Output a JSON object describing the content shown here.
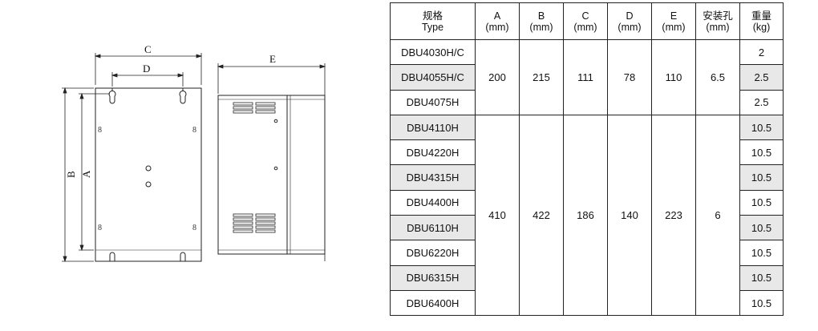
{
  "drawing": {
    "front_view": {
      "dim_labels": {
        "C": "C",
        "D": "D",
        "A": "A",
        "B": "B"
      }
    },
    "side_view": {
      "dim_labels": {
        "E": "E"
      }
    }
  },
  "table": {
    "headers": {
      "model": [
        "规格",
        "Type"
      ],
      "A": [
        "A",
        "(mm)"
      ],
      "B": [
        "B",
        "(mm)"
      ],
      "C": [
        "C",
        "(mm)"
      ],
      "D": [
        "D",
        "(mm)"
      ],
      "E": [
        "E",
        "(mm)"
      ],
      "hole": [
        "安装孔",
        "(mm)"
      ],
      "weight": [
        "重量",
        "(kg)"
      ]
    },
    "groups": [
      {
        "A": "200",
        "B": "215",
        "C": "111",
        "D": "78",
        "E": "110",
        "hole": "6.5"
      },
      {
        "A": "410",
        "B": "422",
        "C": "186",
        "D": "140",
        "E": "223",
        "hole": "6"
      }
    ],
    "rows": [
      {
        "model": "DBU4030H/C",
        "weight": "2"
      },
      {
        "model": "DBU4055H/C",
        "weight": "2.5"
      },
      {
        "model": "DBU4075H",
        "weight": "2.5"
      },
      {
        "model": "DBU4110H",
        "weight": "10.5"
      },
      {
        "model": "DBU4220H",
        "weight": "10.5"
      },
      {
        "model": "DBU4315H",
        "weight": "10.5"
      },
      {
        "model": "DBU4400H",
        "weight": "10.5"
      },
      {
        "model": "DBU6110H",
        "weight": "10.5"
      },
      {
        "model": "DBU6220H",
        "weight": "10.5"
      },
      {
        "model": "DBU6315H",
        "weight": "10.5"
      },
      {
        "model": "DBU6400H",
        "weight": "10.5"
      }
    ]
  }
}
